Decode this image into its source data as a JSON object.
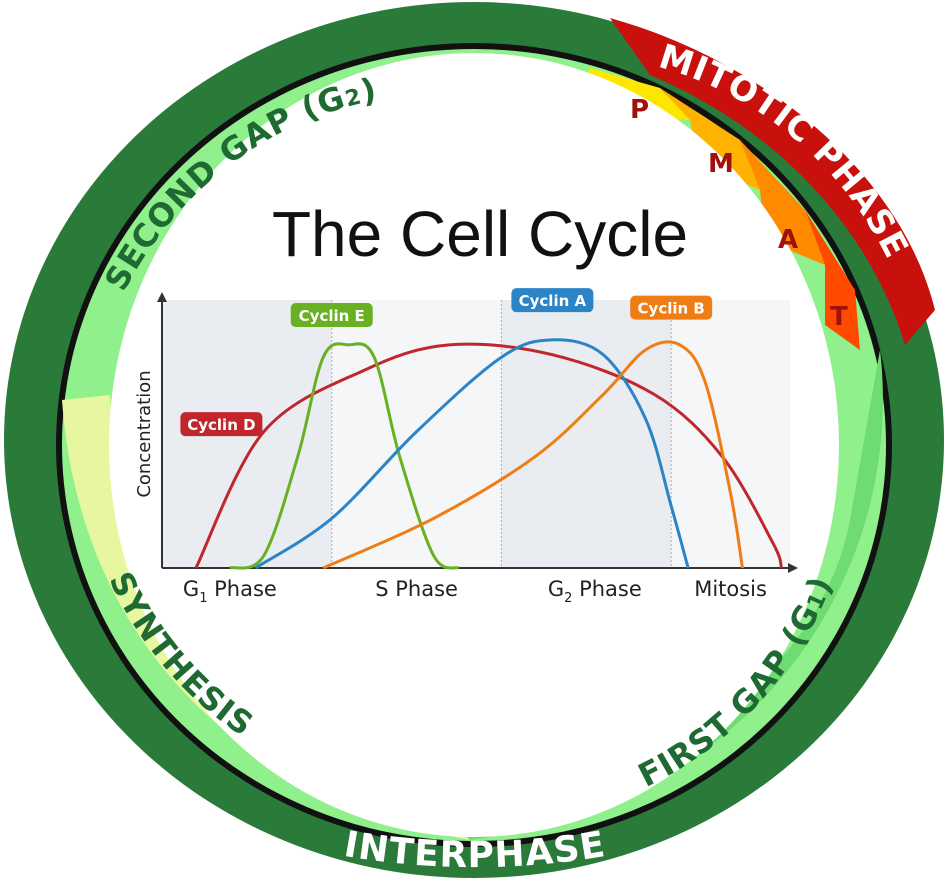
{
  "title": "The Cell Cycle",
  "ring": {
    "outer_labels": {
      "interphase": "INTERPHASE",
      "mitotic_phase": "MITOTIC PHASE"
    },
    "inner_labels": {
      "second_gap": "SECOND GAP (G",
      "second_gap_sub": "2",
      "first_gap": "FIRST GAP (G",
      "first_gap_sub": "1",
      "close_paren": ")",
      "synthesis": "SYNTHESIS"
    },
    "mitosis_steps": [
      "P",
      "M",
      "A",
      "T"
    ],
    "colors": {
      "outer_green": "#2a7a3a",
      "g2_green": "#8ff08c",
      "g1_green": "#7ee57f",
      "synthesis_yellow": "#e6f7a0",
      "mitotic_red": "#c8100c",
      "prophase": "#ffe600",
      "metaphase": "#ffb300",
      "anaphase": "#ff8a00",
      "telophase": "#ff4a00"
    }
  },
  "chart_data": {
    "type": "line",
    "ylabel": "Concentration",
    "xlabel": "",
    "phases": [
      {
        "label": "G",
        "sub": "1",
        "rest": " Phase"
      },
      {
        "label": "S Phase",
        "sub": "",
        "rest": ""
      },
      {
        "label": "G",
        "sub": "2",
        "rest": " Phase"
      },
      {
        "label": "Mitosis",
        "sub": "",
        "rest": ""
      }
    ],
    "phase_bounds": [
      0,
      1,
      2,
      3,
      3.7
    ],
    "series": [
      {
        "name": "Cyclin D",
        "color": "#c0272d",
        "points": [
          [
            0.2,
            0
          ],
          [
            0.6,
            0.55
          ],
          [
            1.2,
            0.8
          ],
          [
            1.7,
            0.9
          ],
          [
            2.3,
            0.86
          ],
          [
            2.9,
            0.7
          ],
          [
            3.3,
            0.45
          ],
          [
            3.6,
            0.1
          ],
          [
            3.65,
            0
          ]
        ]
      },
      {
        "name": "Cyclin E",
        "color": "#6ab023",
        "points": [
          [
            0.4,
            0
          ],
          [
            0.6,
            0.05
          ],
          [
            0.8,
            0.45
          ],
          [
            0.95,
            0.85
          ],
          [
            1.1,
            0.9
          ],
          [
            1.25,
            0.85
          ],
          [
            1.4,
            0.45
          ],
          [
            1.6,
            0.05
          ],
          [
            1.75,
            0
          ]
        ]
      },
      {
        "name": "Cyclin A",
        "color": "#2b84c6",
        "points": [
          [
            0.55,
            0
          ],
          [
            1.0,
            0.2
          ],
          [
            1.5,
            0.55
          ],
          [
            2.0,
            0.85
          ],
          [
            2.3,
            0.92
          ],
          [
            2.6,
            0.86
          ],
          [
            2.85,
            0.6
          ],
          [
            3.0,
            0.25
          ],
          [
            3.1,
            0
          ]
        ]
      },
      {
        "name": "Cyclin B",
        "color": "#f07d14",
        "points": [
          [
            0.95,
            0
          ],
          [
            1.6,
            0.2
          ],
          [
            2.2,
            0.45
          ],
          [
            2.6,
            0.7
          ],
          [
            2.85,
            0.88
          ],
          [
            3.05,
            0.9
          ],
          [
            3.2,
            0.75
          ],
          [
            3.35,
            0.3
          ],
          [
            3.42,
            0
          ]
        ]
      }
    ],
    "ylim": [
      0,
      1
    ],
    "grid": true
  }
}
